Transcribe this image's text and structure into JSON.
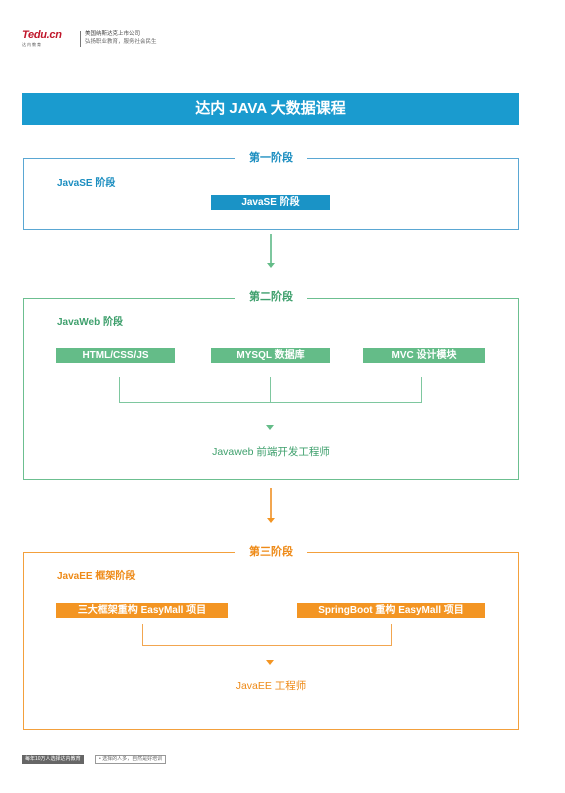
{
  "header": {
    "logo_text": "Tedu.cn",
    "logo_sub": "达内教育",
    "company_line1": "美国纳斯达克上市公司",
    "company_line2": "弘扬职业教育，服务社会民生"
  },
  "banner": {
    "title": "达内 JAVA 大数据课程"
  },
  "stage1": {
    "title": "第一阶段",
    "sub_label": "JavaSE 阶段",
    "items": [
      "JavaSE 阶段"
    ]
  },
  "stage2": {
    "title": "第二阶段",
    "sub_label": "JavaWeb 阶段",
    "items": [
      "HTML/CSS/JS",
      "MYSQL 数据库",
      "MVC 设计模块"
    ],
    "result": "Javaweb 前端开发工程师"
  },
  "stage3": {
    "title": "第三阶段",
    "sub_label": "JavaEE 框架阶段",
    "items": [
      "三大框架重构 EasyMall 项目",
      "SpringBoot 重构 EasyMall 项目"
    ],
    "result": "JavaEE 工程师"
  },
  "footer": {
    "left": "每年10万人选择达内教育",
    "right": "• 选择的人多，自然是好培训"
  },
  "colors": {
    "blue": "#1a9bcf",
    "green": "#64bc88",
    "orange": "#f39523"
  }
}
